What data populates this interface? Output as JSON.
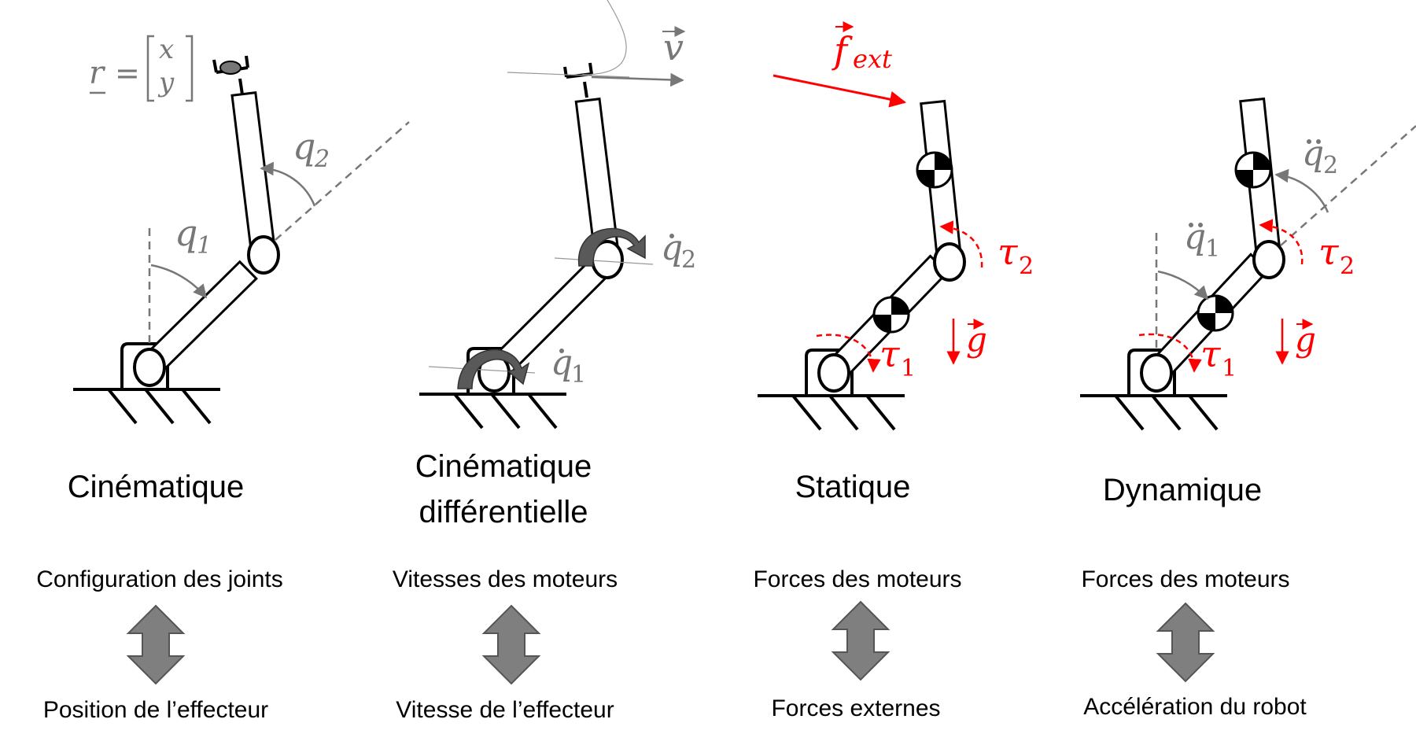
{
  "panels": [
    {
      "title_lines": [
        "Cinématique"
      ],
      "top_label": "Configuration des joints",
      "bottom_label": "Position de l’effecteur",
      "symbols": {
        "r": "r",
        "eq": "=",
        "x": "x",
        "y": "y",
        "q1": "q",
        "q1_sub": "1",
        "q2": "q",
        "q2_sub": "2"
      }
    },
    {
      "title_lines": [
        "Cinématique",
        "différentielle"
      ],
      "top_label": "Vitesses des moteurs",
      "bottom_label": "Vitesse de l’effecteur",
      "symbols": {
        "v": "v",
        "q1dot": "q",
        "q1dot_sub": "1",
        "q2dot": "q",
        "q2dot_sub": "2"
      }
    },
    {
      "title_lines": [
        "Statique"
      ],
      "top_label": "Forces des moteurs",
      "bottom_label": "Forces externes",
      "symbols": {
        "f": "f",
        "f_sub": "ext",
        "tau1": "τ",
        "tau1_sub": "1",
        "tau2": "τ",
        "tau2_sub": "2",
        "g": "g"
      }
    },
    {
      "title_lines": [
        "Dynamique"
      ],
      "top_label": "Forces des moteurs",
      "bottom_label": "Accélération du robot",
      "symbols": {
        "q1ddot": "q",
        "q1ddot_sub": "1",
        "q2ddot": "q",
        "q2ddot_sub": "2",
        "tau1": "τ",
        "tau1_sub": "1",
        "tau2": "τ",
        "tau2_sub": "2",
        "g": "g"
      }
    }
  ],
  "colors": {
    "ink": "#000000",
    "gray": "#777777",
    "red": "#ff0000",
    "arrow_fill": "#7f7f7f",
    "rotation_fill": "#595959"
  }
}
